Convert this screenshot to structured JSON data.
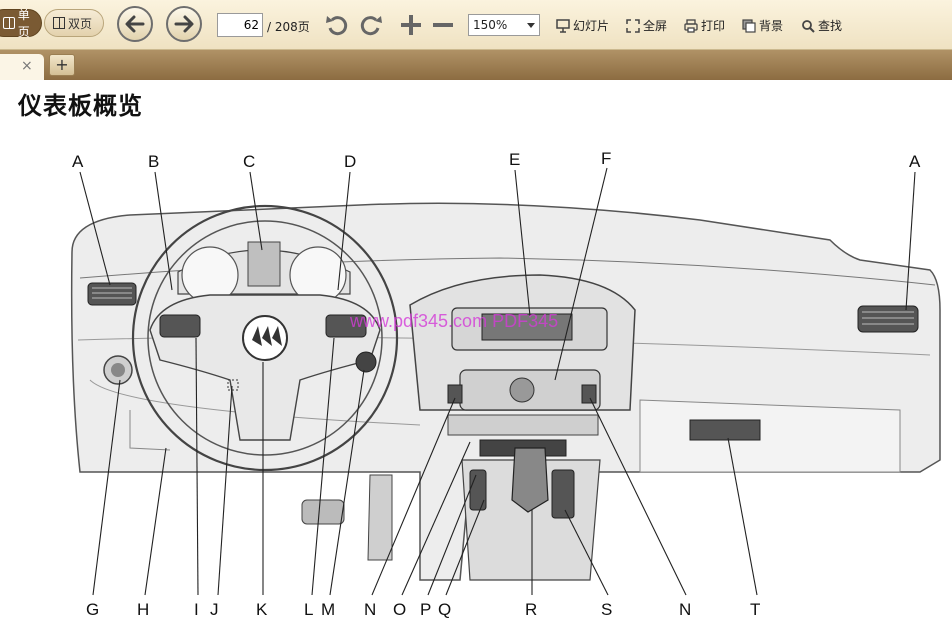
{
  "toolbar": {
    "single_page_label": "单页",
    "double_page_label": "双页",
    "current_page": "62",
    "total_pages_label": "/ 208页",
    "zoom_value": "150%",
    "slideshow_label": "幻灯片",
    "fullscreen_label": "全屏",
    "print_label": "打印",
    "background_label": "背景",
    "search_label": "查找"
  },
  "tabs": {
    "close_glyph": "×",
    "add_glyph": "+"
  },
  "page": {
    "title": "仪表板概览",
    "watermark": "www.pdf345.com PDF345",
    "callouts": {
      "A1": "A",
      "B": "B",
      "C": "C",
      "D": "D",
      "E": "E",
      "F": "F",
      "A2": "A",
      "G": "G",
      "H": "H",
      "I": "I",
      "J": "J",
      "K": "K",
      "L": "L",
      "M": "M",
      "N1": "N",
      "O": "O",
      "P": "P",
      "Q": "Q",
      "R": "R",
      "S": "S",
      "N2": "N",
      "T": "T"
    }
  },
  "colors": {
    "toolbar_bg": "#f3e8cc",
    "tabstrip_bg": "#9c7d51",
    "accent_brown": "#7a5a33",
    "watermark": "#d43bd8"
  }
}
